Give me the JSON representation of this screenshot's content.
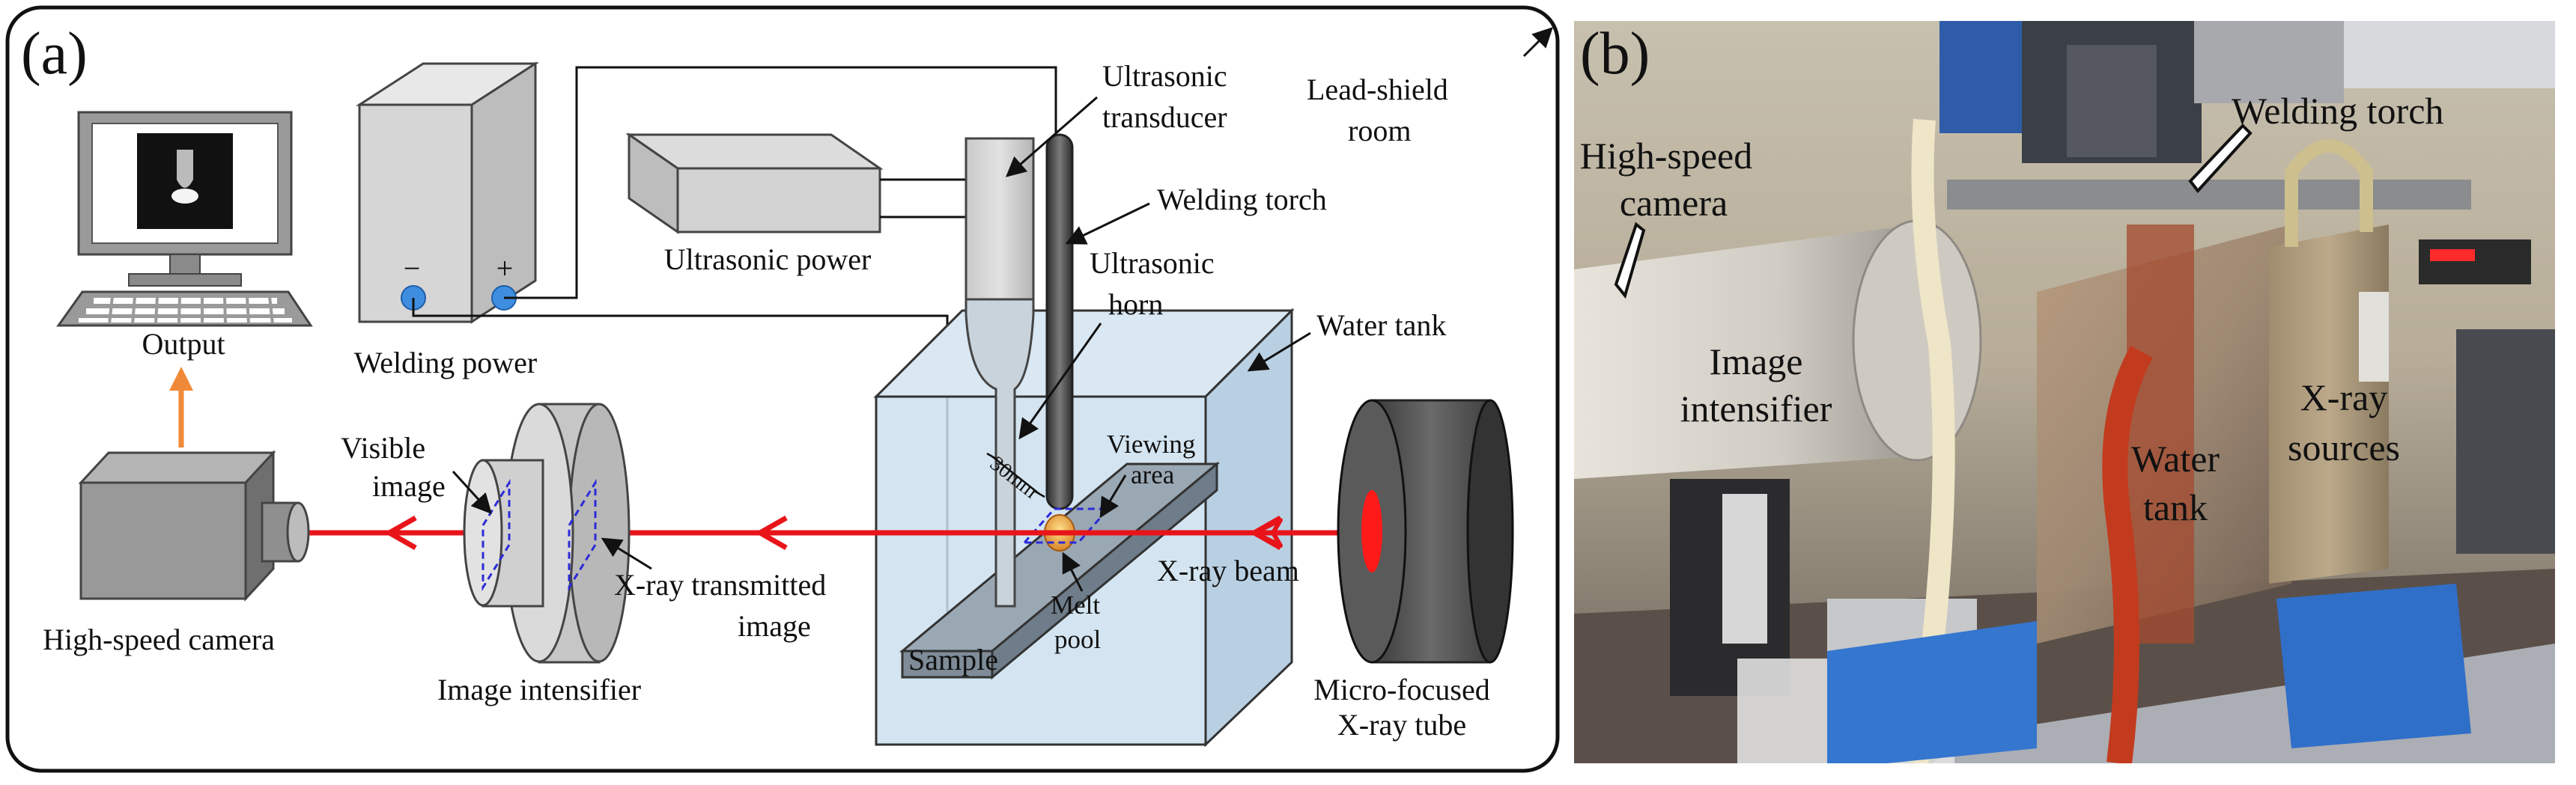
{
  "panel_a": {
    "label": "(a)",
    "labels": {
      "output": "Output",
      "welding_power": "Welding power",
      "minus": "−",
      "plus": "+",
      "ultrasonic_power": "Ultrasonic power",
      "ultrasonic_transducer_1": "Ultrasonic",
      "ultrasonic_transducer_2": "transducer",
      "welding_torch": "Welding torch",
      "lead_shield_1": "Lead-shield",
      "lead_shield_2": "room",
      "ultrasonic_horn_1": "Ultrasonic",
      "ultrasonic_horn_2": "horn",
      "water_tank": "Water tank",
      "visible_image_1": "Visible",
      "visible_image_2": "image",
      "viewing_area_1": "Viewing",
      "viewing_area_2": "area",
      "distance": "30mm",
      "xray_transmitted_1": "X-ray transmitted",
      "xray_transmitted_2": "image",
      "xray_beam": "X-ray beam",
      "melt_pool_1": "Melt",
      "melt_pool_2": "pool",
      "sample": "Sample",
      "high_speed_camera": "High-speed camera",
      "image_intensifier": "Image intensifier",
      "micro_focused_1": "Micro-focused",
      "micro_focused_2": "X-ray tube"
    }
  },
  "panel_b": {
    "label": "(b)",
    "labels": {
      "high_speed_camera_1": "High-speed",
      "high_speed_camera_2": "camera",
      "welding_torch": "Welding torch",
      "image_intensifier_1": "Image",
      "image_intensifier_2": "intensifier",
      "xray_sources_1": "X-ray",
      "xray_sources_2": "sources",
      "water_tank_1": "Water",
      "water_tank_2": "tank"
    }
  },
  "colors": {
    "beam": "#e8141a",
    "arrow_orange": "#f08a38",
    "electrode": "#3e8ee0",
    "tank": "#cde0ee",
    "dashed_plane": "#2b2bd8"
  }
}
